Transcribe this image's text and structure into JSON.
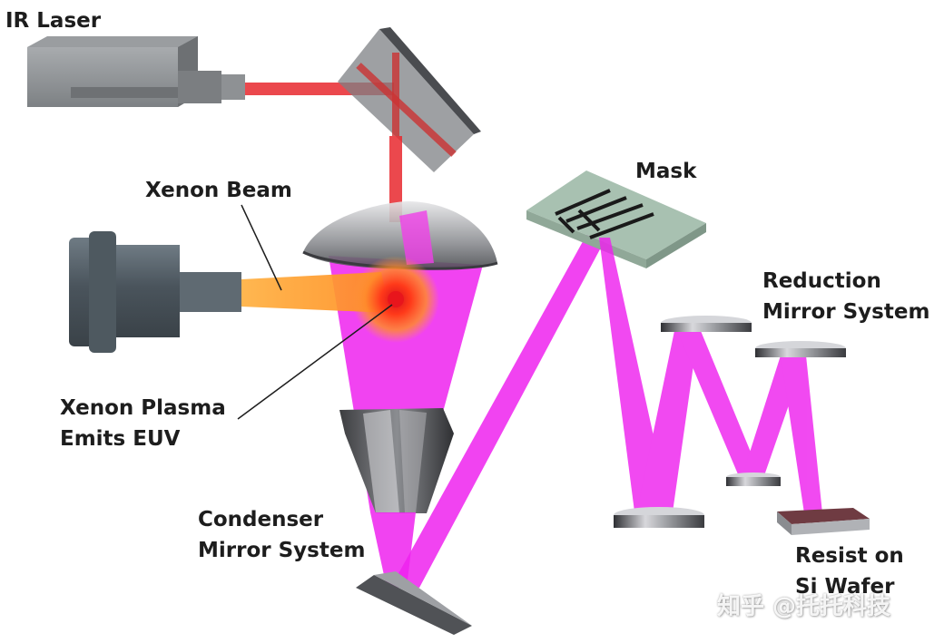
{
  "labels": {
    "ir_laser": "IR Laser",
    "xenon_beam": "Xenon Beam",
    "xenon_plasma_line1": "Xenon Plasma",
    "xenon_plasma_line2": "Emits EUV",
    "condenser_line1": "Condenser",
    "condenser_line2": "Mirror System",
    "mask": "Mask",
    "reduction_line1": "Reduction",
    "reduction_line2": "Mirror System",
    "resist_line1": "Resist on",
    "resist_line2": "Si Wafer"
  },
  "watermark": "知乎 @托托科技",
  "colors": {
    "euv_beam": "#ee22ee",
    "ir_beam": "#e8282e",
    "xenon_beam": "#ffa020",
    "plasma_core": "#e8151c",
    "housing_gray": "#8a8d90",
    "nozzle_steel": "#556069",
    "mask_green": "#a8c1b1",
    "wafer_red": "#6f3b42"
  }
}
